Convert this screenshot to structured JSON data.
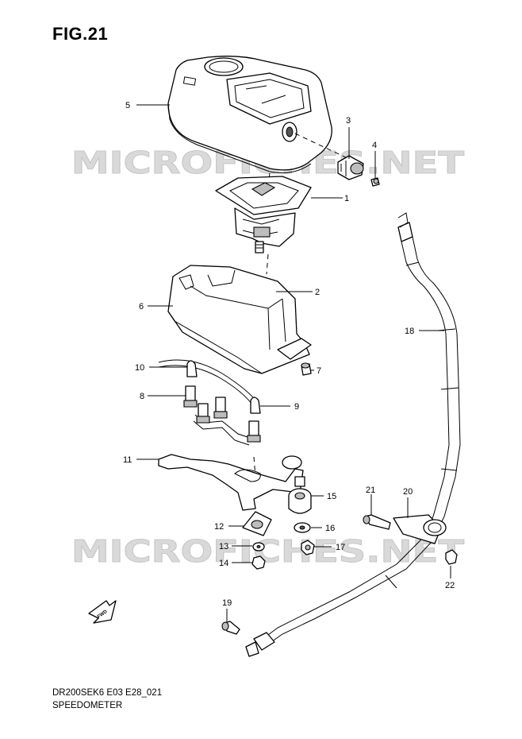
{
  "figure": {
    "title": "FIG.21"
  },
  "watermark": {
    "text": "MICROFICHES.NET"
  },
  "footer": {
    "model_code": "DR200SEK6 E03 E28_021",
    "section_name": "SPEEDOMETER"
  },
  "fwd_label": "FWD",
  "callouts": {
    "c1": "1",
    "c2": "2",
    "c3": "3",
    "c4": "4",
    "c5": "5",
    "c6": "6",
    "c7": "7",
    "c8": "8",
    "c9": "9",
    "c10": "10",
    "c11": "11",
    "c12": "12",
    "c13": "13",
    "c14": "14",
    "c15": "15",
    "c16": "16",
    "c17": "17",
    "c18": "18",
    "c19": "19",
    "c20": "20",
    "c21": "21",
    "c22": "22"
  }
}
